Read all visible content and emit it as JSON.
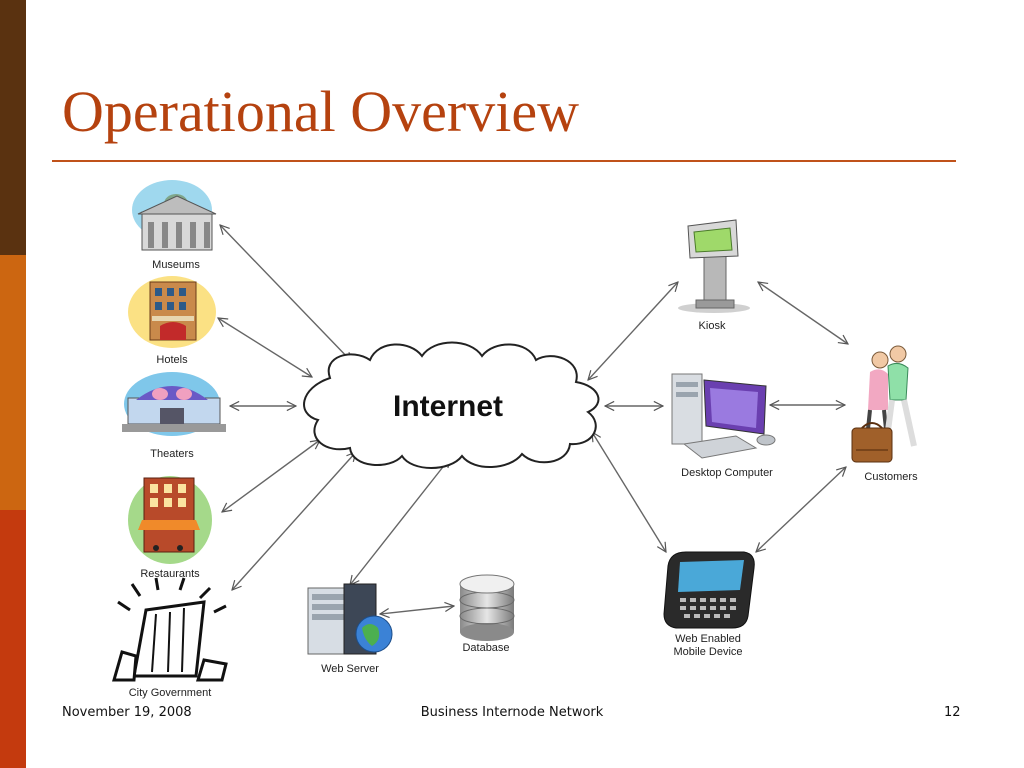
{
  "slide": {
    "title": "Operational Overview",
    "footer_date": "November 19, 2008",
    "footer_center": "Business Internode Network",
    "page_number": "12"
  },
  "diagram": {
    "center": "Internet",
    "nodes": {
      "museums": "Museums",
      "hotels": "Hotels",
      "theaters": "Theaters",
      "restaurants": "Restaurants",
      "city_government": "City Government",
      "web_server": "Web Server",
      "database": "Database",
      "kiosk": "Kiosk",
      "desktop_computer": "Desktop Computer",
      "mobile_device_line1": "Web Enabled",
      "mobile_device_line2": "Mobile Device",
      "customers": "Customers"
    }
  },
  "colors": {
    "title": "#b5420f",
    "sidebar_top": "#5a3210",
    "sidebar_mid": "#cc6611",
    "sidebar_bottom": "#c43a0e"
  }
}
